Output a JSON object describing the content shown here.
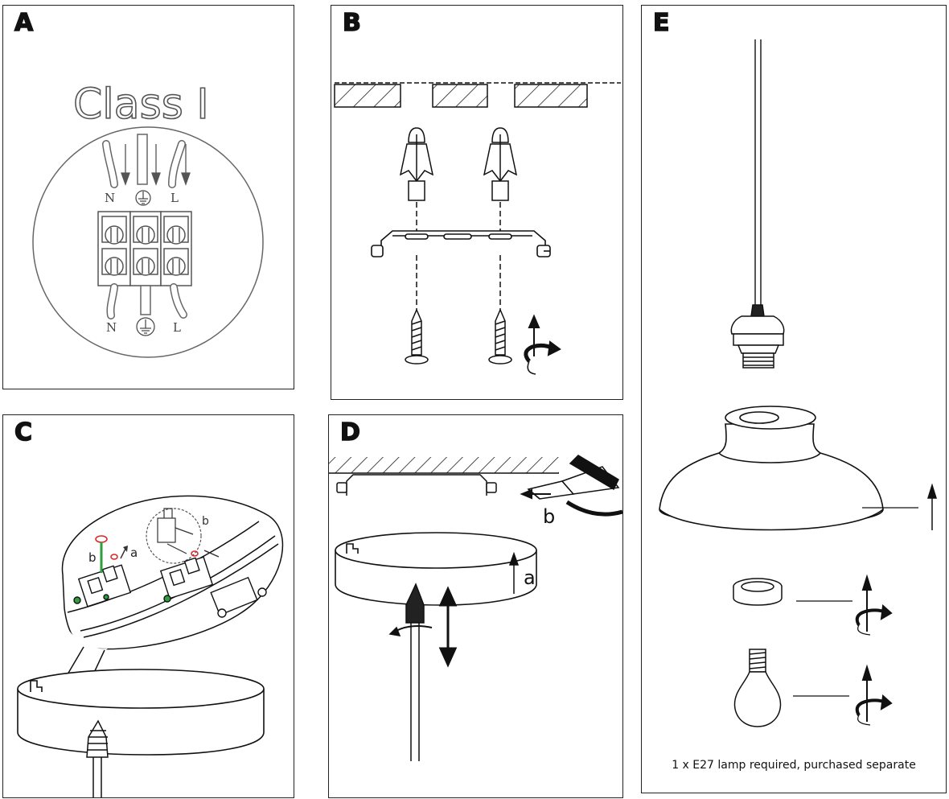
{
  "panels": {
    "a": {
      "letter": "A",
      "class_label": "Class I",
      "terminal_top": [
        "N",
        "L"
      ],
      "terminal_bottom": [
        "N",
        "L"
      ]
    },
    "b": {
      "letter": "B"
    },
    "c": {
      "letter": "C",
      "label_a": "a",
      "label_b": "b",
      "label_b2": "b"
    },
    "d": {
      "letter": "D",
      "label_a": "a",
      "label_b": "b"
    },
    "e": {
      "letter": "E",
      "caption": "1 x E27 lamp required, purchased separate"
    }
  }
}
